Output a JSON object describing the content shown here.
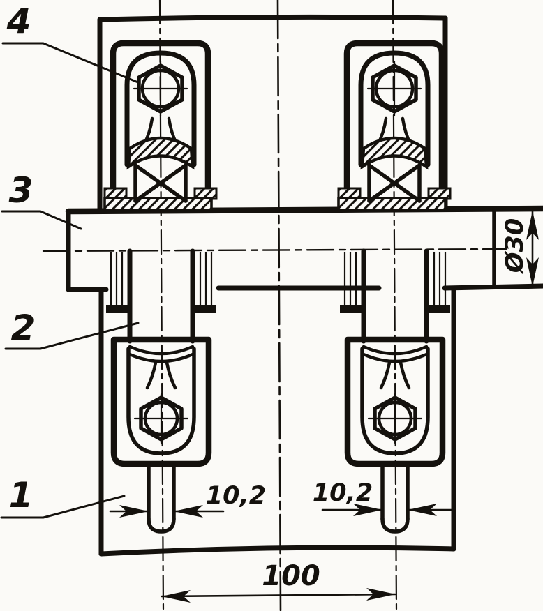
{
  "drawing_title": "bolted shaft clamp cross-section",
  "colors": {
    "paper": "#fbfaf7",
    "ink": "#14110d"
  },
  "part_labels": {
    "plate": "1",
    "sleeve": "2",
    "shaft": "3",
    "bolt": "4"
  },
  "dimensions": {
    "stud_width_left": "10,2",
    "stud_width_right": "10,2",
    "bolt_spacing": "100",
    "shaft_diameter": "Ø30"
  }
}
